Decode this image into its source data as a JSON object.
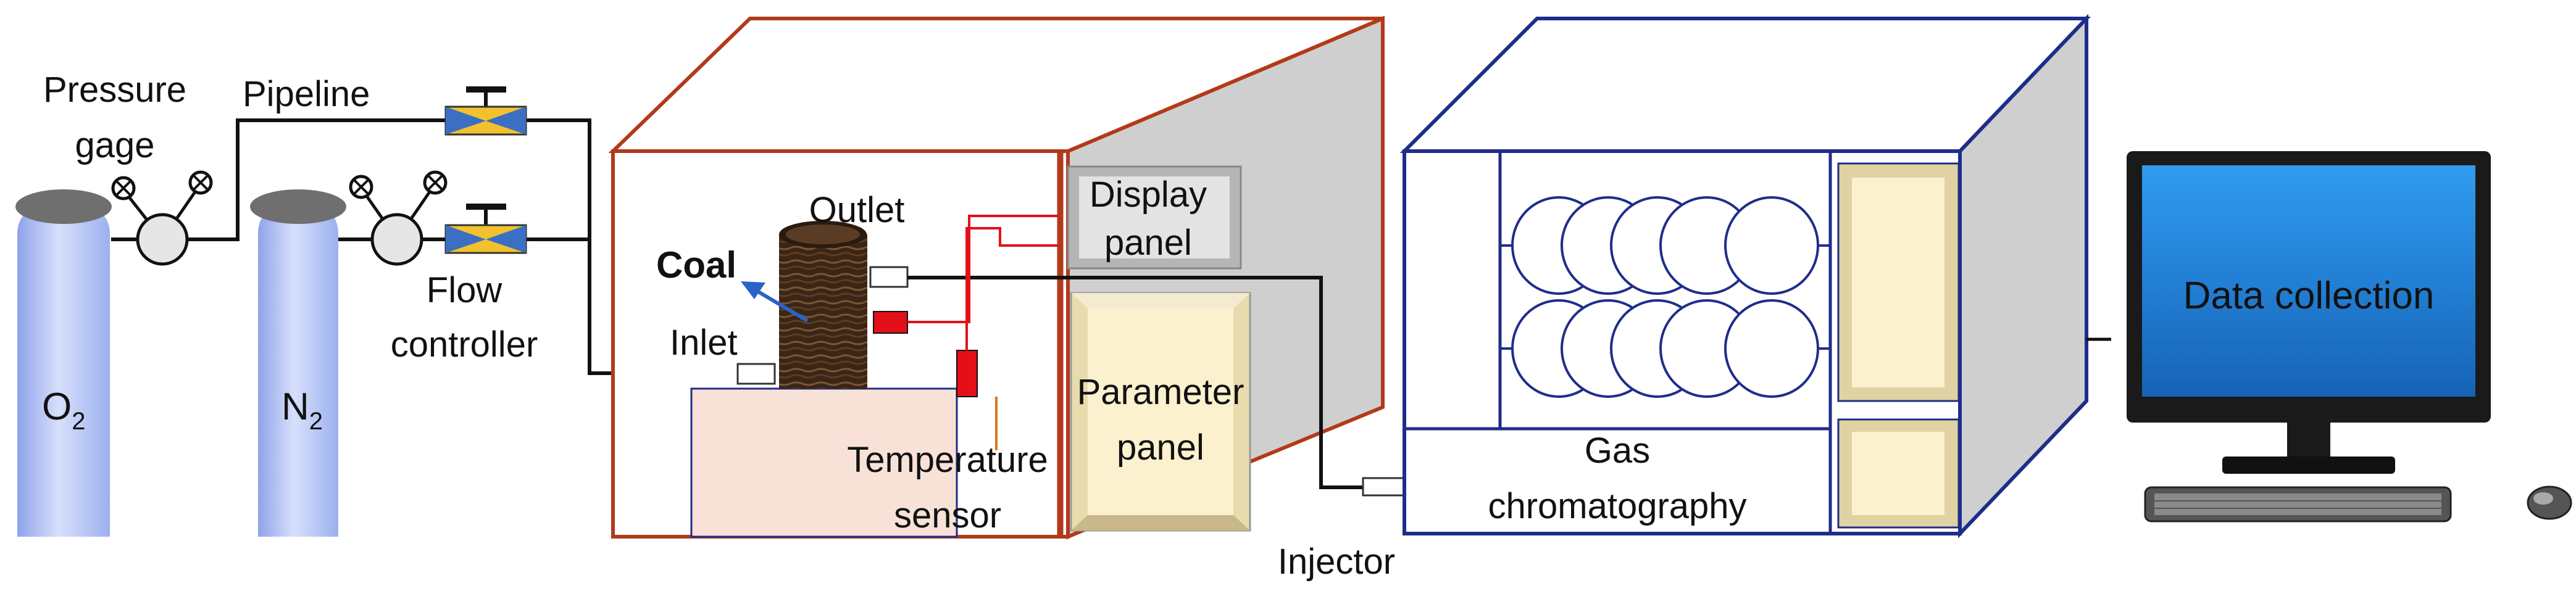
{
  "labels": {
    "pressure_gage_line1": "Pressure",
    "pressure_gage_line2": "gage",
    "pipeline": "Pipeline",
    "flow_controller_line1": "Flow",
    "flow_controller_line2": "controller",
    "o2_base": "O",
    "o2_sub": "2",
    "n2_base": "N",
    "n2_sub": "2",
    "outlet": "Outlet",
    "coal": "Coal",
    "inlet": "Inlet",
    "display_panel_line1": "Display",
    "display_panel_line2": "panel",
    "parameter_panel_line1": "Parameter",
    "parameter_panel_line2": "panel",
    "temperature_sensor_line1": "Temperature",
    "temperature_sensor_line2": "sensor",
    "injector": "Injector",
    "gas_chromatography_line1": "Gas",
    "gas_chromatography_line2": "chromatography",
    "data_collection": "Data collection"
  },
  "colors": {
    "oven_frame": "#b23a1a",
    "gc_frame": "#1f2d8a",
    "cylinder": "#a9b8f0",
    "cylinder_cap": "#707070",
    "valve_body": "#f2c12e",
    "valve_side": "#3b6fc4",
    "heater_block": "#f8e2d8",
    "panel_fill": "#fbf1cf",
    "sensor_red": "#e3101a",
    "arrow_blue": "#2a62c9",
    "screen_blue": "#1f7fd6",
    "side_gray": "#cfcfcf"
  },
  "icons": [
    "o2-cylinder-icon",
    "n2-cylinder-icon",
    "pressure-gage-icon",
    "flow-valve-icon",
    "coal-sample-icon",
    "computer-monitor-icon",
    "keyboard-icon",
    "mouse-icon"
  ]
}
